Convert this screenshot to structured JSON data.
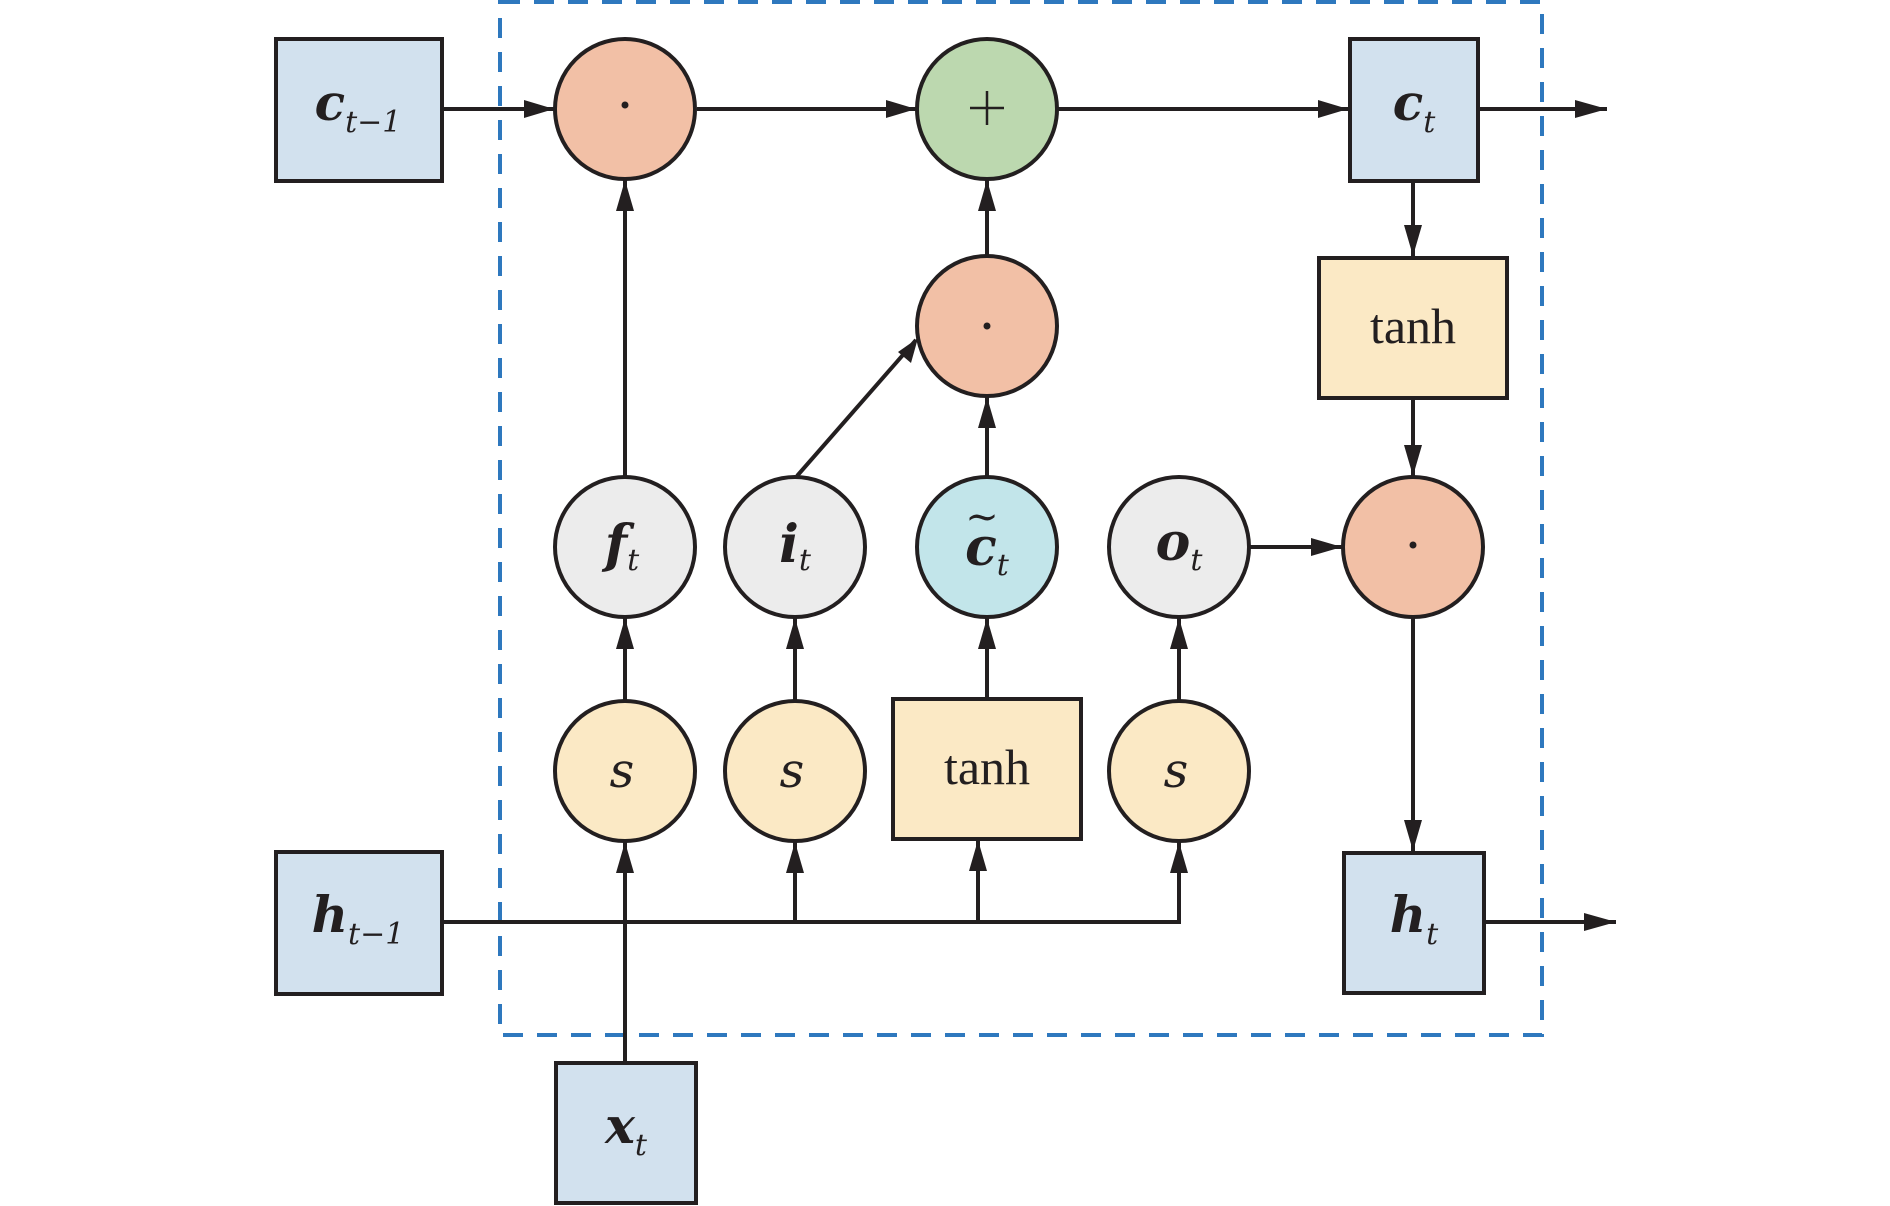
{
  "diagram": {
    "title": "LSTM cell",
    "colors": {
      "state_box": "#d2e1ee",
      "multiply_node": "#f2c0a6",
      "add_node": "#bcd8af",
      "gate_node": "#ececec",
      "candidate_node": "#c2e5ea",
      "activation": "#fbe9c5",
      "stroke": "#231f20",
      "cell_boundary": "#2e78be"
    },
    "inputs": {
      "c_prev": {
        "var": "c",
        "sub": "t−1"
      },
      "h_prev": {
        "var": "h",
        "sub": "t−1"
      },
      "x": {
        "var": "x",
        "sub": "t"
      }
    },
    "outputs": {
      "c": {
        "var": "c",
        "sub": "t"
      },
      "h": {
        "var": "h",
        "sub": "t"
      }
    },
    "gates": {
      "forget": {
        "var": "f",
        "sub": "t"
      },
      "input": {
        "var": "i",
        "sub": "t"
      },
      "candidate": {
        "var": "c",
        "sub": "t",
        "accent": "~"
      },
      "output": {
        "var": "o",
        "sub": "t"
      }
    },
    "activations": {
      "sigma_forget": "s",
      "sigma_input": "s",
      "tanh_candidate": "tanh",
      "sigma_output": "s",
      "tanh_cell": "tanh"
    },
    "operators": {
      "forget_multiply": "·",
      "add": "+",
      "input_multiply": "·",
      "output_multiply": "·"
    }
  }
}
